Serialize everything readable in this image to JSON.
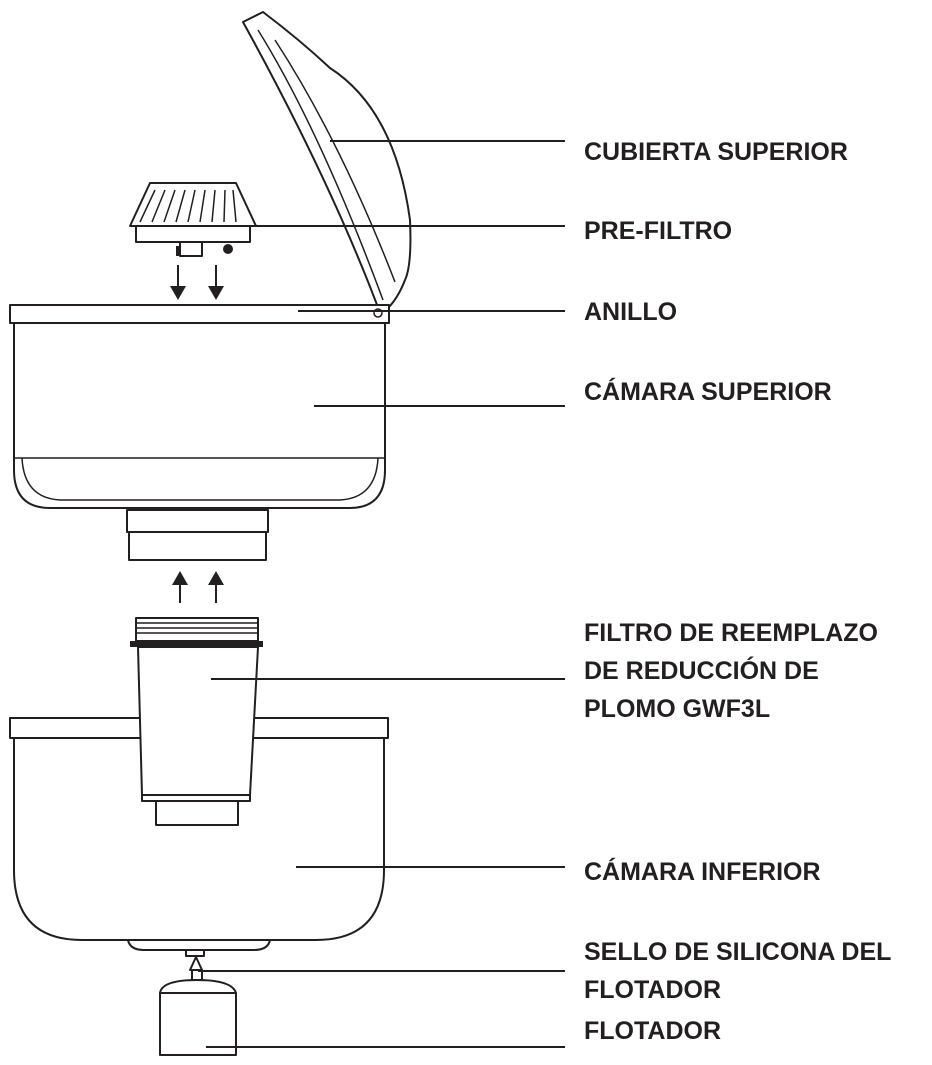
{
  "labels": {
    "top_cover": "CUBIERTA SUPERIOR",
    "pre_filter": "PRE-FILTRO",
    "ring": "ANILLO",
    "upper_chamber": "CÁMARA SUPERIOR",
    "replacement_filter": "FILTRO DE REEMPLAZO\nDE REDUCCIÓN DE\nPLOMO GWF3L",
    "lower_chamber": "CÁMARA INFERIOR",
    "float_seal": "SELLO DE SILICONA DEL\nFLOTADOR",
    "float": "FLOTADOR"
  },
  "colors": {
    "line": "#231f20",
    "background": "#ffffff"
  }
}
